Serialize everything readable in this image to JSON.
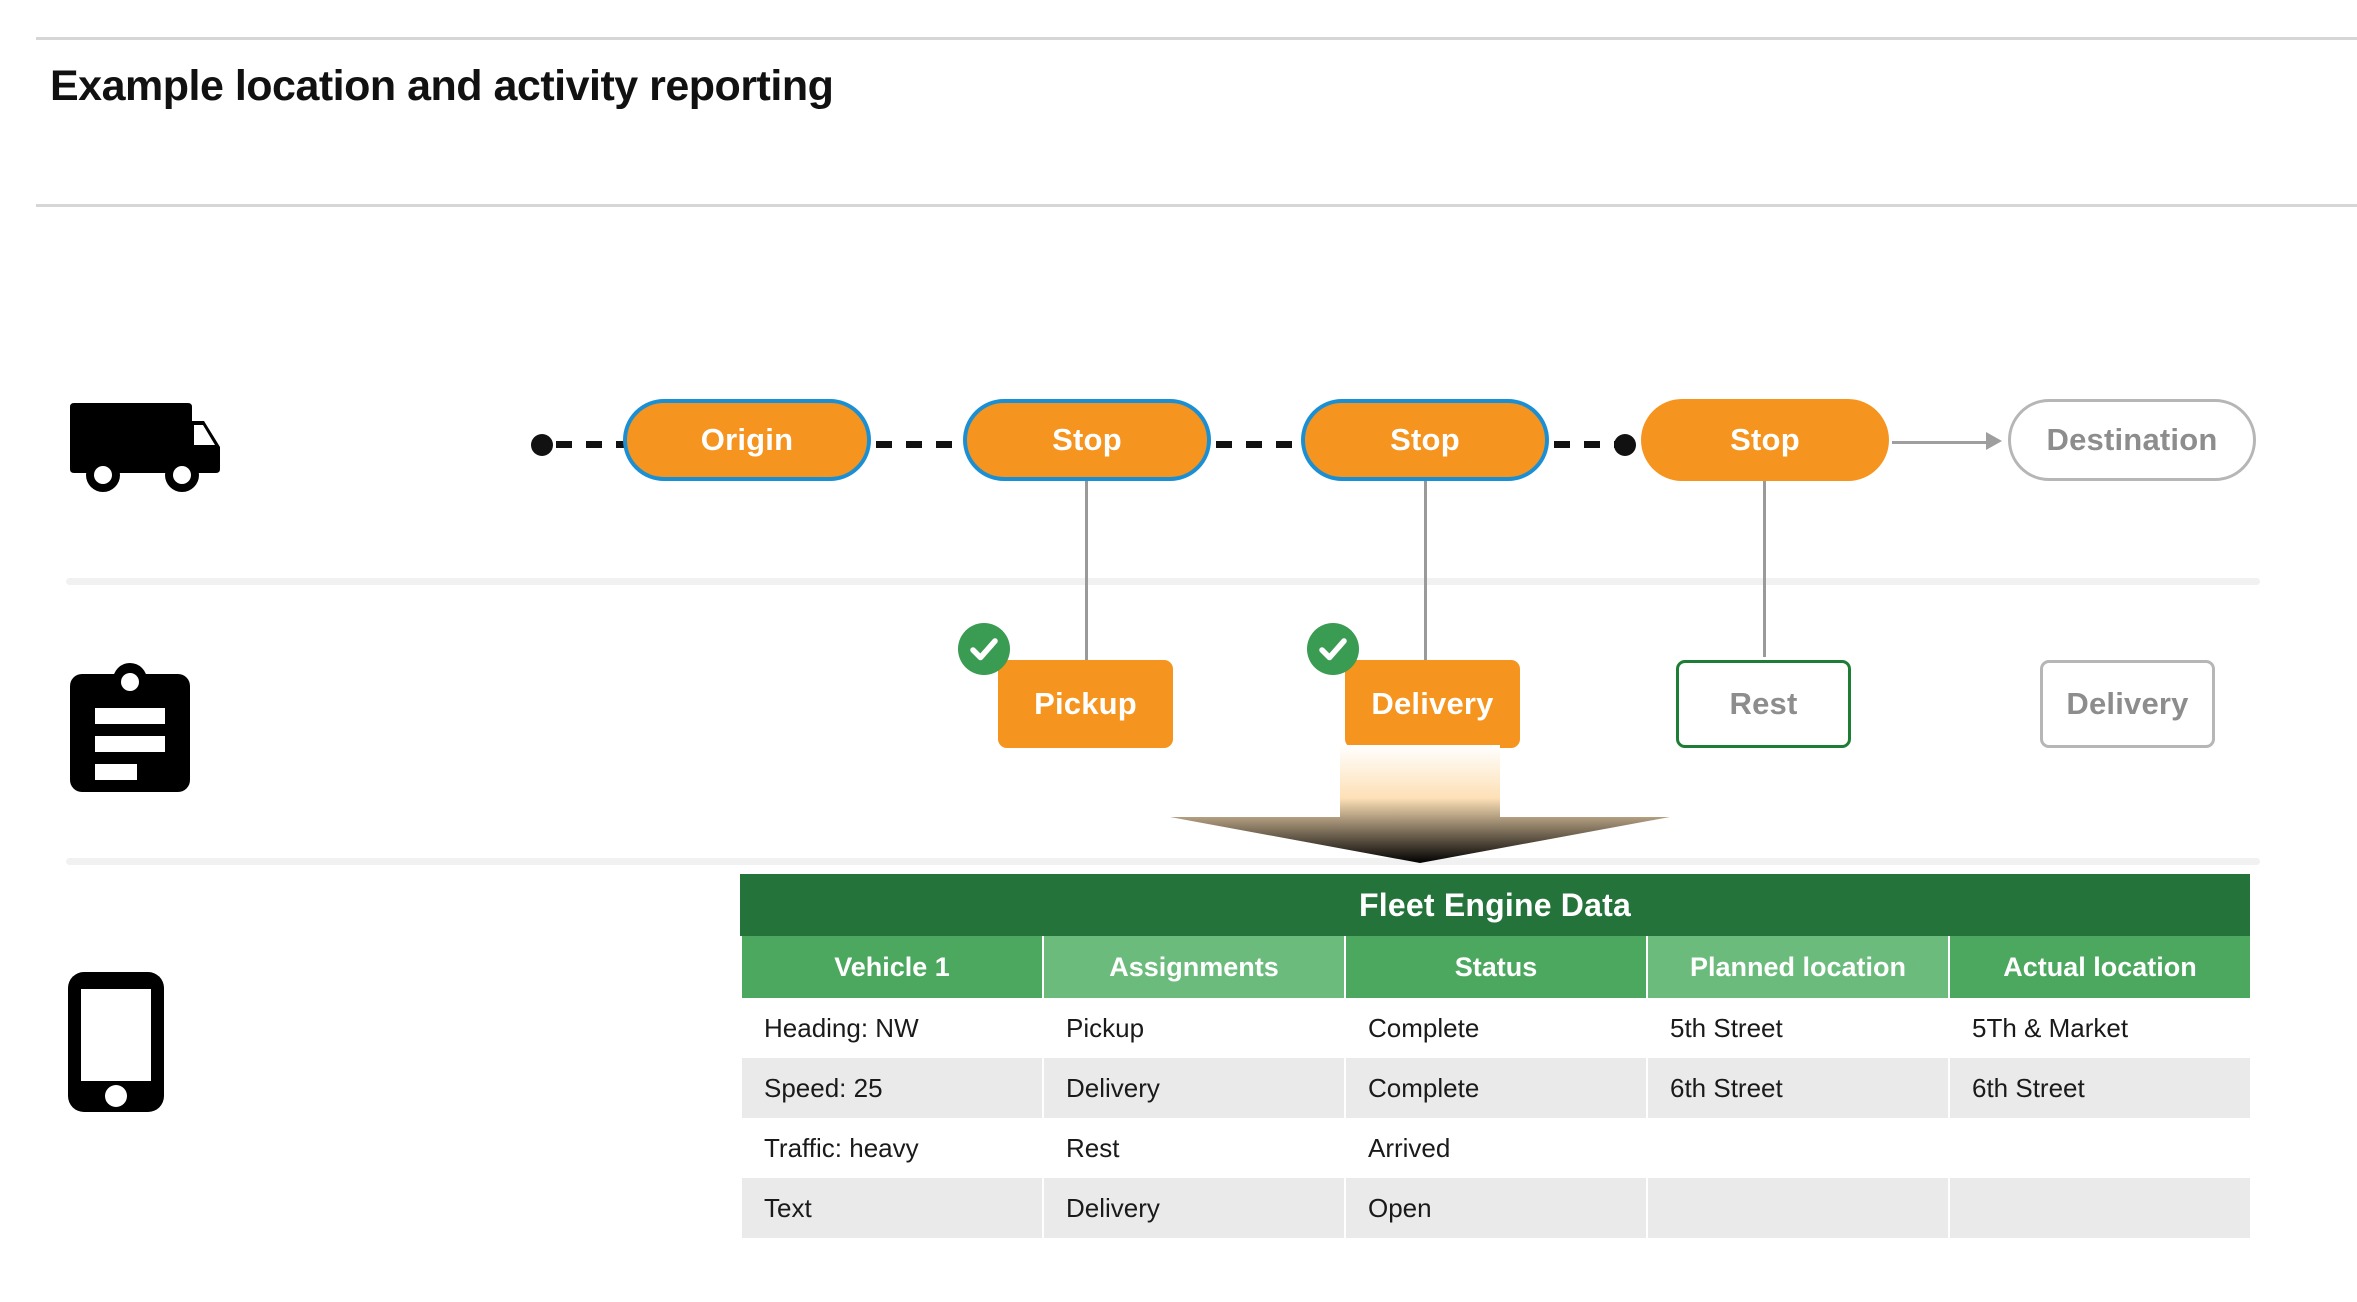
{
  "header": {
    "title": "Example location and activity reporting"
  },
  "rows": {
    "vehicle": {
      "icon": "truck-icon",
      "nodes": [
        {
          "label": "Origin",
          "state": "active"
        },
        {
          "label": "Stop",
          "state": "active"
        },
        {
          "label": "Stop",
          "state": "active"
        },
        {
          "label": "Stop",
          "state": "current"
        },
        {
          "label": "Destination",
          "state": "pending"
        }
      ]
    },
    "activity": {
      "icon": "clipboard-icon",
      "items": [
        {
          "label": "Pickup",
          "state": "complete",
          "badge": "check-icon"
        },
        {
          "label": "Delivery",
          "state": "complete",
          "badge": "check-icon"
        },
        {
          "label": "Rest",
          "state": "arrived",
          "badge": ""
        },
        {
          "label": "Delivery",
          "state": "open",
          "badge": ""
        }
      ]
    },
    "device": {
      "icon": "mobile-phone-icon"
    }
  },
  "table": {
    "title": "Fleet Engine Data",
    "columns": [
      "Vehicle 1",
      "Assignments",
      "Status",
      "Planned location",
      "Actual location"
    ],
    "rows": [
      [
        "Heading: NW",
        "Pickup",
        "Complete",
        "5th Street",
        "5Th & Market"
      ],
      [
        "Speed: 25",
        "Delivery",
        "Complete",
        "6th Street",
        "6th Street"
      ],
      [
        "Traffic: heavy",
        "Rest",
        "Arrived",
        "",
        ""
      ],
      [
        "Text",
        "Delivery",
        "Open",
        "",
        ""
      ]
    ]
  },
  "colors": {
    "orange": "#F5941E",
    "blue_border": "#1B8FD4",
    "green_header": "#23733A",
    "green_col_dark": "#4CA85E",
    "green_col_light": "#6BBC7C",
    "green_check": "#3A9B52",
    "gray_border": "#b6b6b6",
    "gray_text": "#8d8d8d",
    "row_alt": "#eaeaea"
  }
}
